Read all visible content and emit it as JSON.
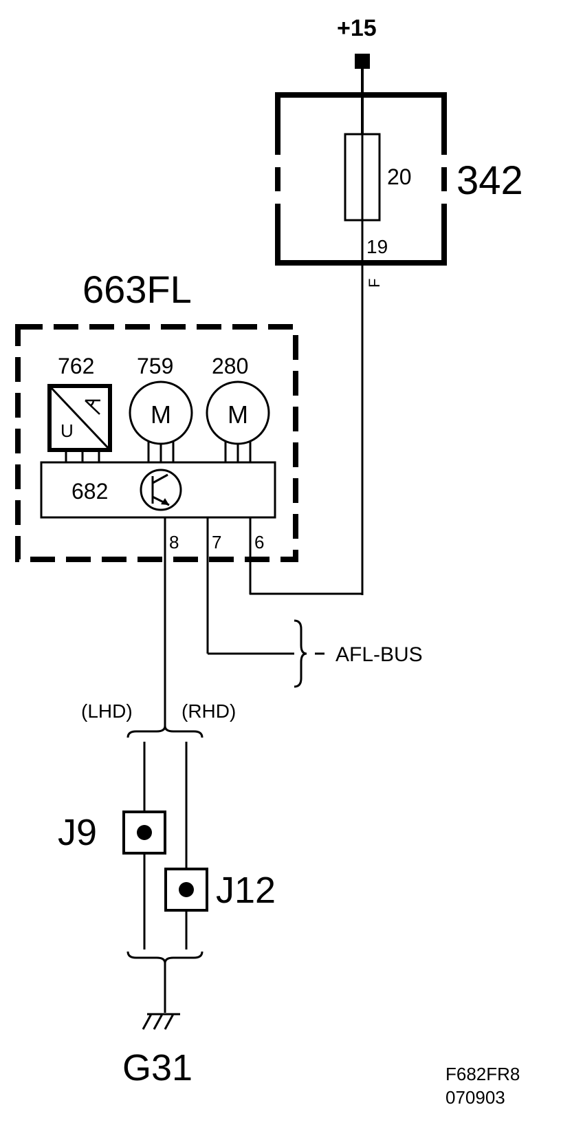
{
  "supply": {
    "label": "+15"
  },
  "fuse_box": {
    "id": "342",
    "fuse_rating": "20",
    "output_pin": "19",
    "wire_color": "F"
  },
  "module": {
    "id": "663FL",
    "sensor": {
      "id": "762",
      "text": "U"
    },
    "motor_a": {
      "id": "759",
      "symbol": "M"
    },
    "motor_b": {
      "id": "280",
      "symbol": "M"
    },
    "control_unit": {
      "id": "682"
    },
    "pins": [
      "8",
      "7",
      "6"
    ]
  },
  "bus": {
    "label": "AFL-BUS"
  },
  "variants": {
    "left": "(LHD)",
    "right": "(RHD)"
  },
  "junctions": [
    "J9",
    "J12"
  ],
  "ground": {
    "id": "G31"
  },
  "footer": {
    "code": "F682FR8",
    "date": "070903"
  }
}
